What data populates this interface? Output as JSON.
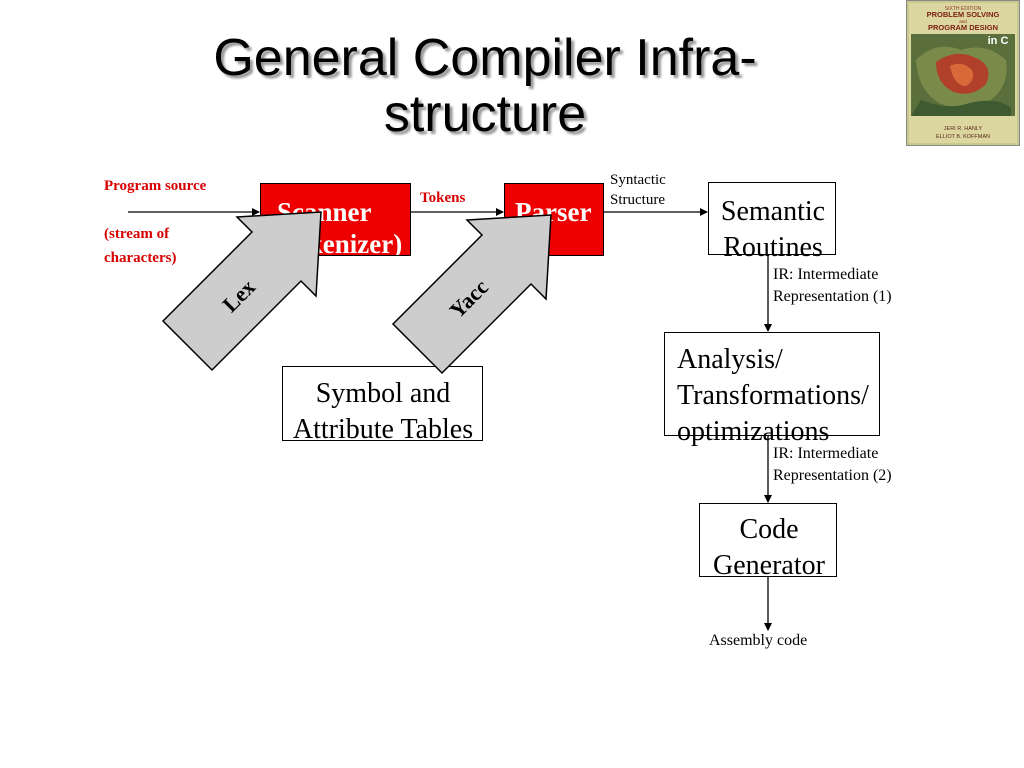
{
  "slide": {
    "title_line1": "General Compiler Infra-",
    "title_line2": "structure"
  },
  "inputs": {
    "program_source": "Program source",
    "stream_line1": "(stream of",
    "stream_line2": "characters)"
  },
  "scanner": {
    "line1": "Scanner",
    "line2": "(Tokenizer)"
  },
  "tokens_label": "Tokens",
  "parser": {
    "label": "Parser"
  },
  "syntactic": {
    "line1": "Syntactic",
    "line2": "Structure"
  },
  "semantic": {
    "line1": "Semantic",
    "line2": "Routines"
  },
  "ir1": {
    "line1": "IR: Intermediate",
    "line2": "Representation (1)"
  },
  "analysis": {
    "line1": "Analysis/",
    "line2": "Transformations/",
    "line3": "optimizations"
  },
  "ir2": {
    "line1": "IR: Intermediate",
    "line2": "Representation (2)"
  },
  "codegen": {
    "line1": "Code",
    "line2": "Generator"
  },
  "assembly_label": "Assembly code",
  "symbol_table": {
    "line1": "Symbol and",
    "line2": "Attribute Tables"
  },
  "lex_label": "Lex",
  "yacc_label": "Yacc",
  "book_cover": {
    "line1": "PROBLEM SOLVING",
    "line2": "and",
    "line3": "PROGRAM DESIGN",
    "line4": "in C",
    "author1": "JERI R. HANLY",
    "author2": "ELLIOT B. KOFFMAN"
  },
  "colors": {
    "red_box": "#ee0000",
    "red_text": "#d80000",
    "arrow_fill": "#cdcdcd"
  }
}
